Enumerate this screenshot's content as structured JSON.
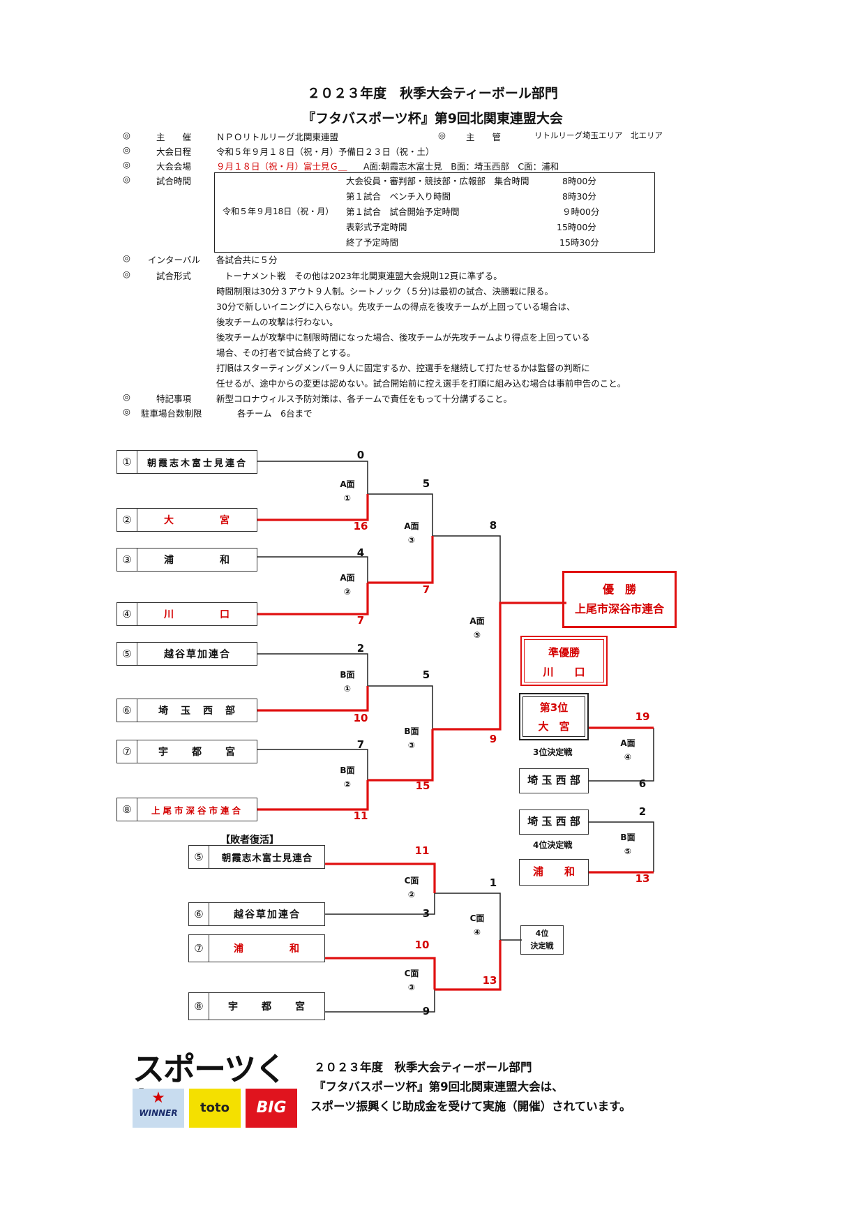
{
  "title1": "２０２３年度　秋季大会ティーボール部門",
  "title2": "『フタバスポーツ杯』第9回北関東連盟大会",
  "info": {
    "mark": "◎",
    "organizer_label": "主　　催",
    "organizer": "ＮＰＯリトルリーグ北関東連盟",
    "manager_label": "主　　管",
    "manager": "リトルリーグ埼玉エリア　北エリア",
    "date_label": "大会日程",
    "date": "令和５年９月１８日（祝・月）予備日２３日（祝・土）",
    "venue_label": "大会会場",
    "venue_red": "９月１８日（祝・月）富士見Ｇ＿",
    "venue": "A面:朝霞志木富士見　B面：埼玉西部　C面：浦和",
    "time_label": "試合時間",
    "schedule_date": "令和５年９月18日（祝・月）",
    "schedule": [
      {
        "item": "大会役員・審判部・競技部・広報部　集合時間",
        "time": "8時00分"
      },
      {
        "item": "第１試合　ベンチ入り時間",
        "time": "8時30分"
      },
      {
        "item": "第１試合　試合開始予定時間",
        "time": "９時00分"
      },
      {
        "item": "表彰式予定時間",
        "time": "15時00分"
      },
      {
        "item": "終了予定時間",
        "time": "15時30分"
      }
    ],
    "interval_label": "インターバル",
    "interval": "各試合共に５分",
    "format_label": "試合形式",
    "format_lines": [
      "トーナメント戦　その他は2023年北関東連盟大会規則12頁に準ずる。",
      "時間制限は30分３アウト９人制。シートノック（５分)は最初の試合、決勝戦に限る。",
      "30分で新しいイニングに入らない。先攻チームの得点を後攻チームが上回っている場合は、",
      "後攻チームの攻撃は行わない。",
      "後攻チームが攻撃中に制限時間になった場合、後攻チームが先攻チームより得点を上回っている",
      "場合、その打者で試合終了とする。",
      "打順はスターティングメンバー９人に固定するか、控選手を継続して打たせるかは監督の判断に",
      "任せるが、途中からの変更は認めない。試合開始前に控え選手を打順に組み込む場合は事前申告のこと。"
    ],
    "special_label": "特記事項",
    "special": "新型コロナウィルス予防対策は、各チームで責任をもって十分講ずること。",
    "parking_label": "駐車場台数制限",
    "parking": "各チーム　6台まで"
  },
  "bracket": {
    "teams": [
      {
        "num": "①",
        "name": "朝霞志木富士見連合"
      },
      {
        "num": "②",
        "name": "大　　　　宮"
      },
      {
        "num": "③",
        "name": "浦　　　　和"
      },
      {
        "num": "④",
        "name": "川　　　　口"
      },
      {
        "num": "⑤",
        "name": "越谷草加連合"
      },
      {
        "num": "⑥",
        "name": "埼　玉　西　部"
      },
      {
        "num": "⑦",
        "name": "宇　　都　　宮"
      },
      {
        "num": "⑧",
        "name": "上尾市深谷市連合"
      }
    ],
    "scores": {
      "a1_top": "0",
      "a1_bot": "16",
      "a2_top": "4",
      "a2_bot": "7",
      "b1_top": "2",
      "b1_bot": "10",
      "b2_top": "7",
      "b2_bot": "11",
      "a3_top": "5",
      "a3_bot": "7",
      "b3_top": "5",
      "b3_bot": "15",
      "a5_top": "8",
      "a5_bot": "9"
    },
    "courts": {
      "a1": [
        "A面",
        "①"
      ],
      "a2": [
        "A面",
        "②"
      ],
      "a3": [
        "A面",
        "③"
      ],
      "b1": [
        "B面",
        "①"
      ],
      "b2": [
        "B面",
        "②"
      ],
      "b3": [
        "B面",
        "③"
      ],
      "a5": [
        "A面",
        "⑤"
      ]
    },
    "champion_label": "優　勝",
    "champion": "上尾市深谷市連合",
    "runnerup_label": "準優勝",
    "runnerup": "川　　口",
    "third_label": "第3位",
    "third": "大　宮",
    "third_match_label": "3位決定戦",
    "third_match_loser": "埼 玉 西 部",
    "third_scores": {
      "top": "19",
      "bot": "6"
    },
    "third_court": [
      "A面",
      "④"
    ],
    "fourth_match_label": "4位決定戦",
    "fourth_top": "埼 玉 西 部",
    "fourth_bot": "浦　　和",
    "fourth_scores": {
      "top": "2",
      "bot": "13"
    },
    "fourth_court": [
      "B面",
      "⑤"
    ]
  },
  "consolation": {
    "heading": "【敗者復活】",
    "teams": [
      {
        "num": "⑤",
        "name": "朝霞志木富士見連合"
      },
      {
        "num": "⑥",
        "name": "越谷草加連合"
      },
      {
        "num": "⑦",
        "name": "浦　　　　和"
      },
      {
        "num": "⑧",
        "name": "宇　　都　　宮"
      }
    ],
    "scores": {
      "c2_top": "11",
      "c2_bot": "3",
      "c3_top": "10",
      "c3_bot": "9",
      "c4_top": "1",
      "c4_bot": "13"
    },
    "courts": {
      "c2": [
        "C面",
        "②"
      ],
      "c3": [
        "C面",
        "③"
      ],
      "c4": [
        "C面",
        "④"
      ]
    },
    "final_box": [
      "4位",
      "決定戦"
    ]
  },
  "footer": {
    "logo_text": "スポーツくじ",
    "logo_winner": "WINNER",
    "logo_toto": "toto",
    "logo_big": "BIG",
    "line1": "２０２３年度　秋季大会ティーボール部門",
    "line2": "『フタバスポーツ杯』第9回北関東連盟大会は、",
    "line3": "スポーツ振興くじ助成金を受けて実施（開催）されています。"
  },
  "colors": {
    "winner_line": "#e01010",
    "text_red": "#d40000"
  }
}
